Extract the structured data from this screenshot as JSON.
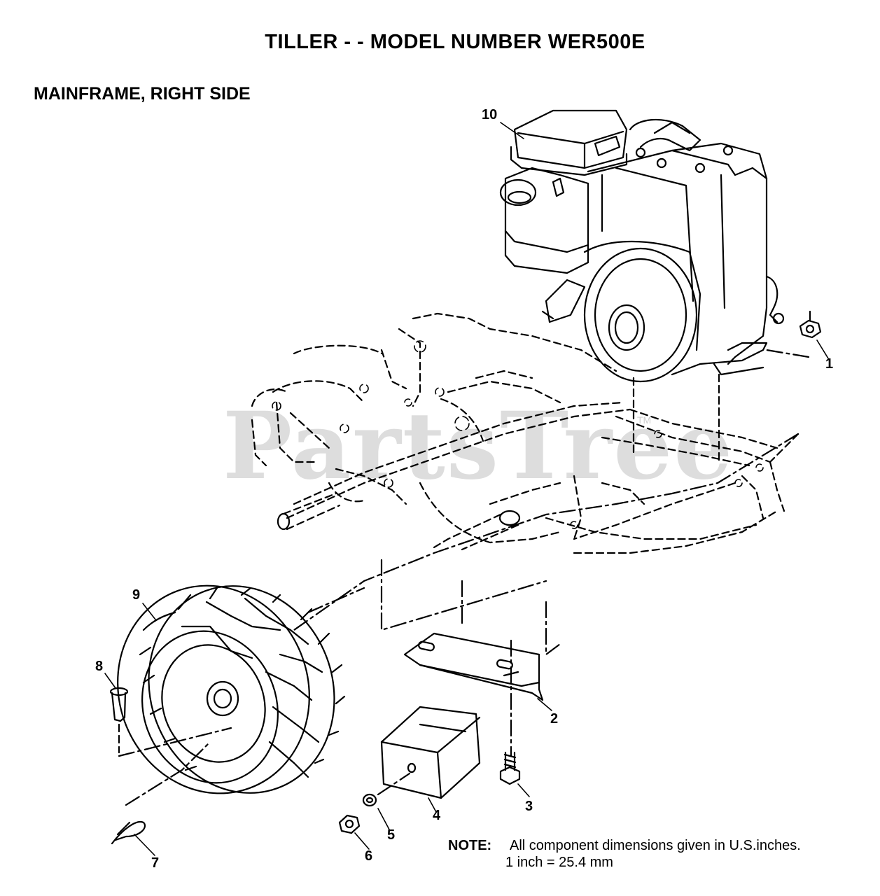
{
  "title": "TILLER - - MODEL NUMBER WER500E",
  "section": "MAINFRAME, RIGHT SIDE",
  "callouts": {
    "c1": "1",
    "c2": "2",
    "c3": "3",
    "c4": "4",
    "c5": "5",
    "c6": "6",
    "c7": "7",
    "c8": "8",
    "c9": "9",
    "c10": "10"
  },
  "note": {
    "label": "NOTE:",
    "line1": "All component dimensions given in U.S.inches.",
    "line2": "1 inch = 25.4 mm"
  },
  "watermark": "PartsTree",
  "watermark_mark": "TM"
}
